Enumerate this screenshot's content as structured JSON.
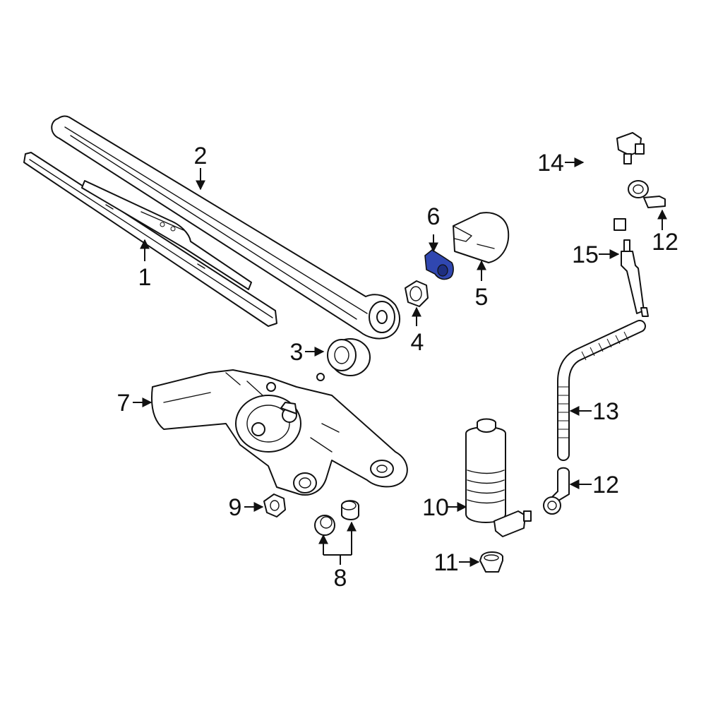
{
  "callouts": {
    "c1": "1",
    "c2": "2",
    "c3": "3",
    "c4": "4",
    "c5": "5",
    "c6": "6",
    "c7": "7",
    "c8": "8",
    "c9": "9",
    "c10": "10",
    "c11": "11",
    "c12a": "12",
    "c12b": "12",
    "c13": "13",
    "c14": "14",
    "c15": "15"
  },
  "colors": {
    "highlight": "#3047b0",
    "line": "#111111",
    "background": "#ffffff"
  }
}
